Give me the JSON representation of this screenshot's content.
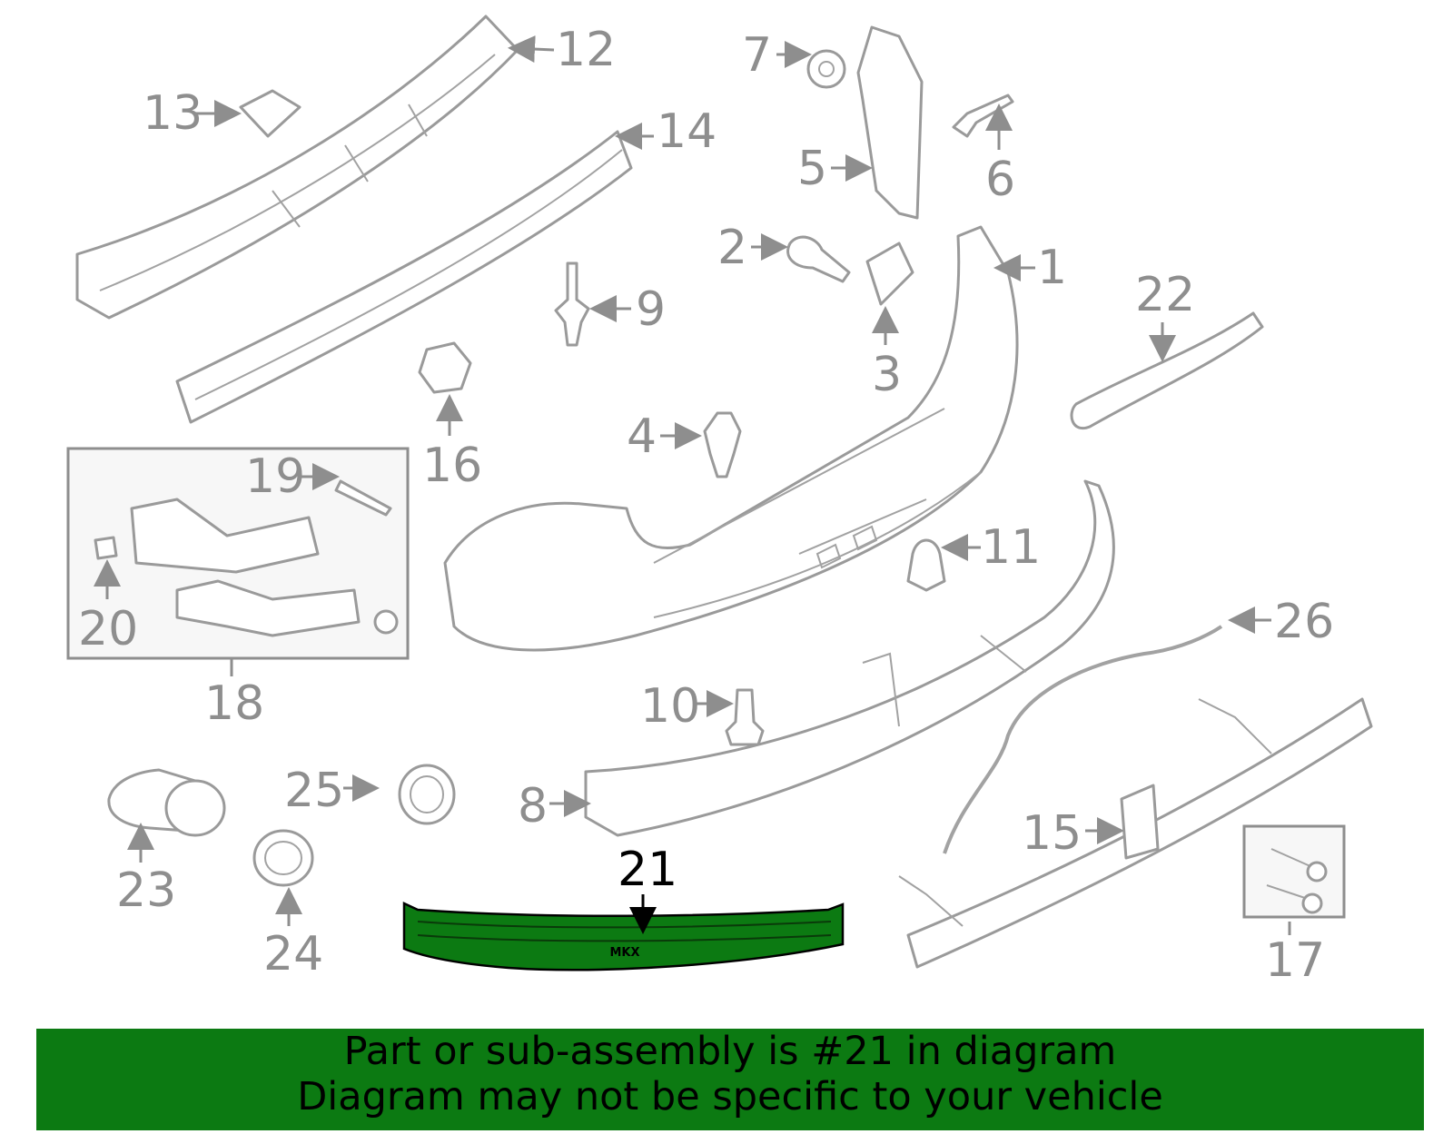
{
  "diagram": {
    "labels": [
      {
        "id": "l1",
        "text": "1"
      },
      {
        "id": "l2",
        "text": "2"
      },
      {
        "id": "l3",
        "text": "3"
      },
      {
        "id": "l4",
        "text": "4"
      },
      {
        "id": "l5",
        "text": "5"
      },
      {
        "id": "l6",
        "text": "6"
      },
      {
        "id": "l7",
        "text": "7"
      },
      {
        "id": "l8",
        "text": "8"
      },
      {
        "id": "l9",
        "text": "9"
      },
      {
        "id": "l10",
        "text": "10"
      },
      {
        "id": "l11",
        "text": "11"
      },
      {
        "id": "l12",
        "text": "12"
      },
      {
        "id": "l13",
        "text": "13"
      },
      {
        "id": "l14",
        "text": "14"
      },
      {
        "id": "l15",
        "text": "15"
      },
      {
        "id": "l16",
        "text": "16"
      },
      {
        "id": "l17",
        "text": "17"
      },
      {
        "id": "l18",
        "text": "18"
      },
      {
        "id": "l19",
        "text": "19"
      },
      {
        "id": "l20",
        "text": "20"
      },
      {
        "id": "l21",
        "text": "21"
      },
      {
        "id": "l22",
        "text": "22"
      },
      {
        "id": "l23",
        "text": "23"
      },
      {
        "id": "l24",
        "text": "24"
      },
      {
        "id": "l25",
        "text": "25"
      },
      {
        "id": "l26",
        "text": "26"
      }
    ],
    "highlight_part": "21",
    "highlight_color": "#0c7a12",
    "part_marking": "MKX"
  },
  "banner": {
    "line1": "Part or sub-assembly is #21 in diagram",
    "line2": "Diagram may not be specific to your vehicle",
    "color": "#0c7a12"
  }
}
